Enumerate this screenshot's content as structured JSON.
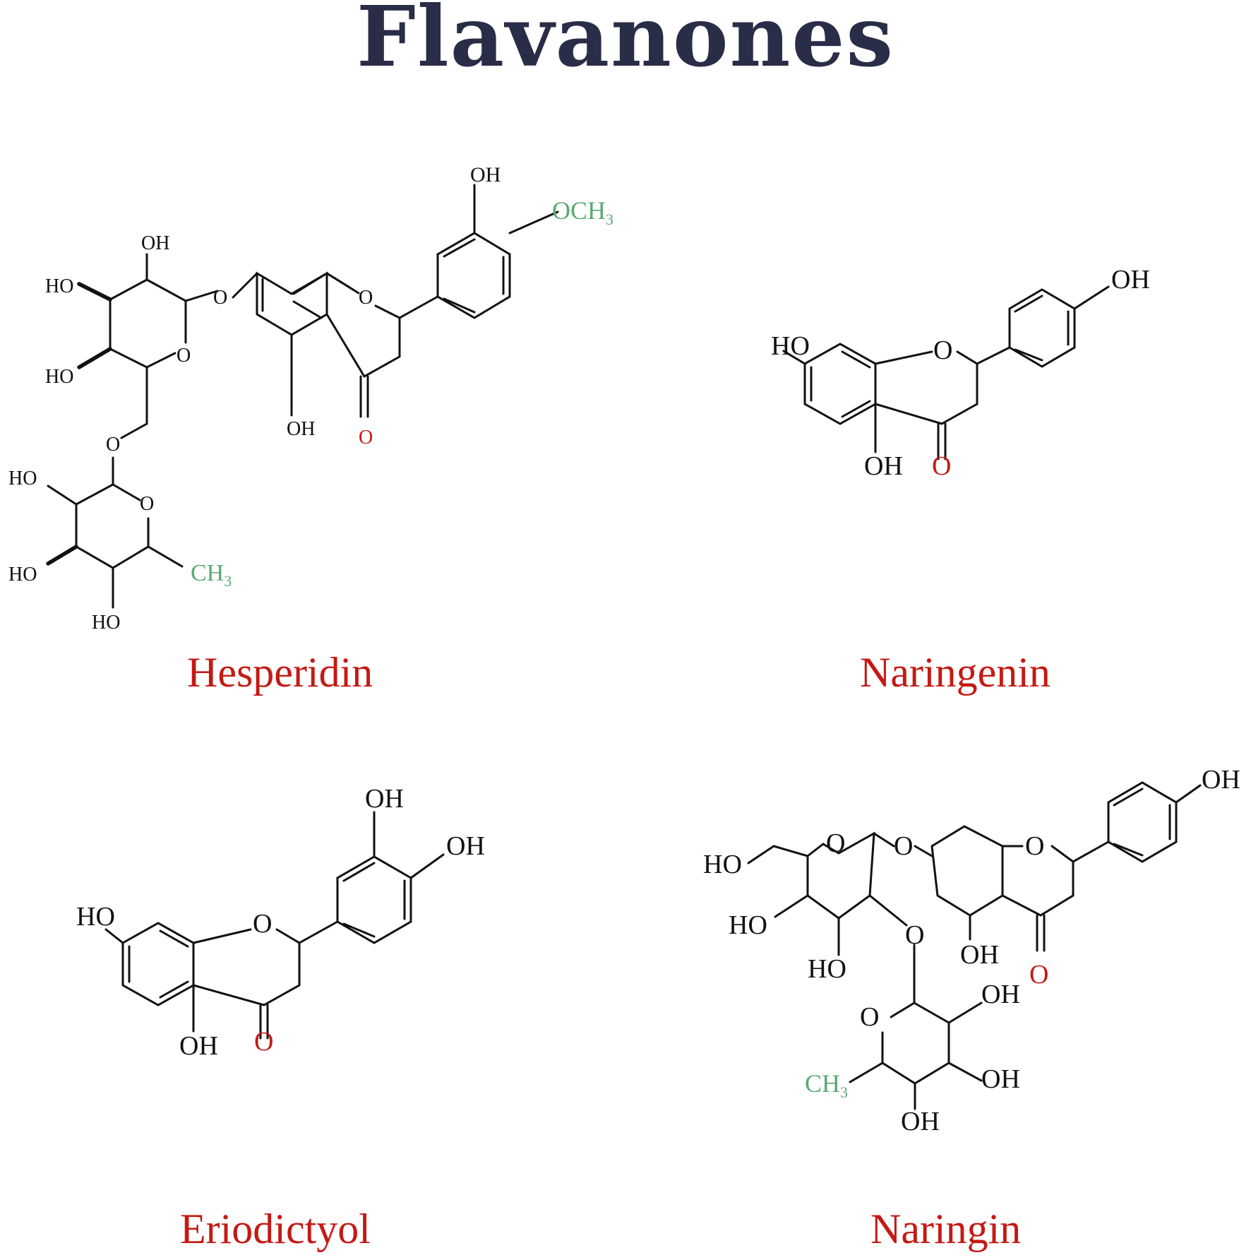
{
  "title": "Flavanones",
  "colors": {
    "title": "#2a2d47",
    "compound_name": "#c41a14",
    "carbonyl_oxygen": "#c41a14",
    "methyl_group": "#5aa874",
    "bonds": "#111111"
  },
  "compounds": [
    {
      "name": "Hesperidin",
      "labels": {
        "oh_top": "OH",
        "och3": "OCH",
        "och3_sub": "3",
        "sug_oh_top": "OH",
        "sug_ho_1": "HO",
        "sug_ho_2": "HO",
        "glyc_o": "O",
        "ring_o": "O",
        "sug_ring_o": "O",
        "oh_5": "OH",
        "carbonyl_o": "O",
        "link_o": "O",
        "rha_ho_1": "HO",
        "rha_ring_o": "O",
        "rha_ho_2": "HO",
        "rha_ho_3": "HO",
        "ch3": "CH",
        "ch3_sub": "3"
      }
    },
    {
      "name": "Naringenin",
      "labels": {
        "ho_7": "HO",
        "ring_o": "O",
        "oh_4p": "OH",
        "oh_5": "OH",
        "carbonyl_o": "O"
      }
    },
    {
      "name": "Eriodictyol",
      "labels": {
        "oh_3p": "OH",
        "oh_4p": "OH",
        "ho_7": "HO",
        "ring_o": "O",
        "oh_5": "OH",
        "carbonyl_o": "O"
      }
    },
    {
      "name": "Naringin",
      "labels": {
        "oh_4p": "OH",
        "ho_ch2": "HO",
        "glc_ring_o": "O",
        "glyc_o": "O",
        "ring_o": "O",
        "glc_ho_1": "HO",
        "link_o": "O",
        "oh_5": "OH",
        "glc_ho_2": "HO",
        "carbonyl_o": "O",
        "rha_oh_1": "OH",
        "rha_ring_o": "O",
        "rha_oh_2": "OH",
        "ch3": "CH",
        "ch3_sub": "3",
        "rha_oh_3": "OH"
      }
    }
  ]
}
